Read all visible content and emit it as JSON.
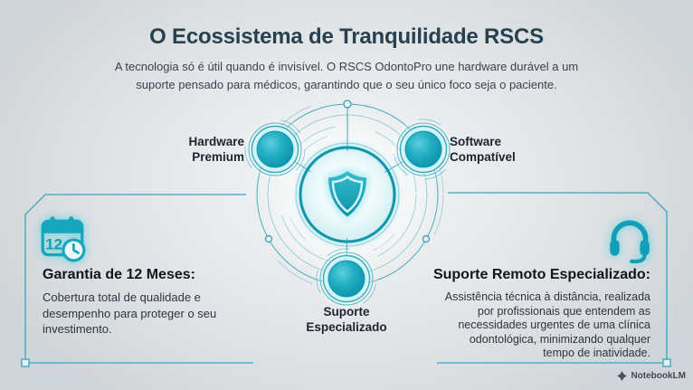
{
  "header": {
    "title": "O Ecossistema de Tranquilidade RSCS",
    "subtitle": "A tecnologia só é útil quando é invisível. O RSCS OdontoPro une hardware durável a um\nsuporte pensado para médicos, garantindo que o seu único foco seja o paciente."
  },
  "diagram": {
    "center_icon": "shield-icon",
    "nodes": {
      "hardware": {
        "label": "Hardware\nPremium"
      },
      "software": {
        "label": "Software\nCompatível"
      },
      "suporte": {
        "label": "Suporte\nEspecializado"
      }
    }
  },
  "cards": {
    "garantia": {
      "icon": "calendar-clock-icon",
      "icon_number": "12",
      "title": "Garantia de 12 Meses:",
      "body": "Cobertura total de qualidade e\ndesempenho para proteger o seu\ninvestimento."
    },
    "suporte_remoto": {
      "icon": "headset-icon",
      "title": "Suporte Remoto Especializado:",
      "body": "Assistência técnica à distância, realizada\npor profissionais que entendem as\nnecessidades urgentes de uma clínica\nodontológica, minimizando qualquer\ntempo de inatividade."
    }
  },
  "footer": {
    "watermark": "NotebookLM"
  },
  "colors": {
    "accent": "#17a6bb",
    "accent_deep": "#0e93a9",
    "frame": "#3da4ba",
    "title_text": "#27414f",
    "body_text": "#2c343f"
  }
}
